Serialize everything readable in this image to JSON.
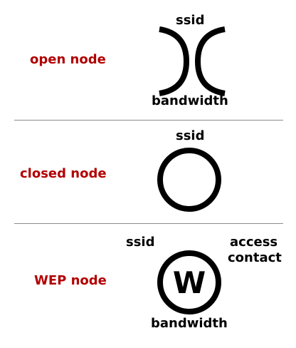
{
  "colors": {
    "label": "#b20000",
    "symbol": "#000000",
    "divider": "#8c8c8c"
  },
  "rows": {
    "open": {
      "label": "open node",
      "icon": "open-node-symbol",
      "top_text": "ssid",
      "bottom_text": "bandwidth"
    },
    "closed": {
      "label": "closed node",
      "icon": "closed-node-symbol",
      "top_text": "ssid"
    },
    "wep": {
      "label": "WEP node",
      "icon": "wep-node-symbol",
      "left_text": "ssid",
      "right_text_1": "access",
      "right_text_2": "contact",
      "center_letter": "W",
      "bottom_text": "bandwidth"
    }
  }
}
